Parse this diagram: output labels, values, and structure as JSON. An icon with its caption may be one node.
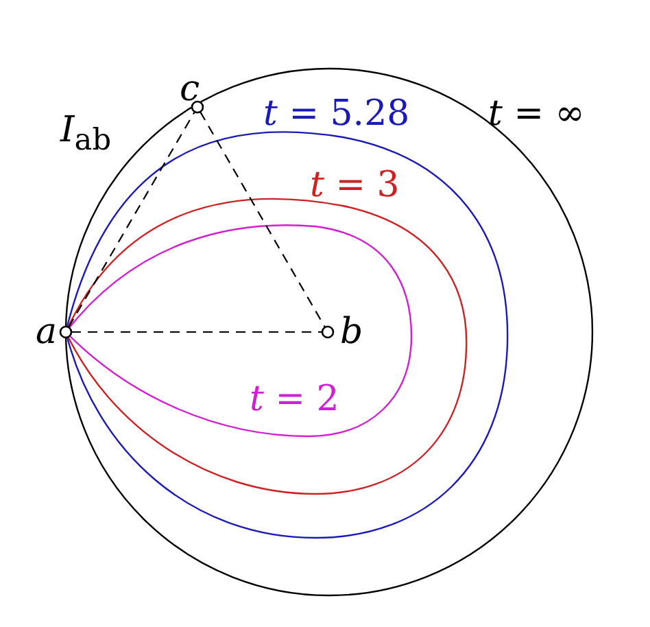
{
  "diagram": {
    "nodes": [
      {
        "text": [],
        "shape": "circle",
        "beside": [
          "a"
        ]
      },
      {
        "text": [],
        "shape": "circle",
        "beside": [
          "b"
        ]
      },
      {
        "text": [],
        "shape": "circle",
        "beside": [
          "c"
        ]
      }
    ],
    "edges": [
      {
        "from": 0,
        "to": 1,
        "arrow": "none",
        "style": "dashed"
      },
      {
        "from": 0,
        "to": 2,
        "arrow": "none",
        "style": "dashed"
      },
      {
        "from": 2,
        "to": 1,
        "arrow": "none",
        "style": "dashed"
      }
    ],
    "labels": [
      "*I*$_{ab}$",
      "*t* = 5.28",
      "*t* = ∞",
      "*t* = 3",
      "*t* = 2"
    ]
  }
}
